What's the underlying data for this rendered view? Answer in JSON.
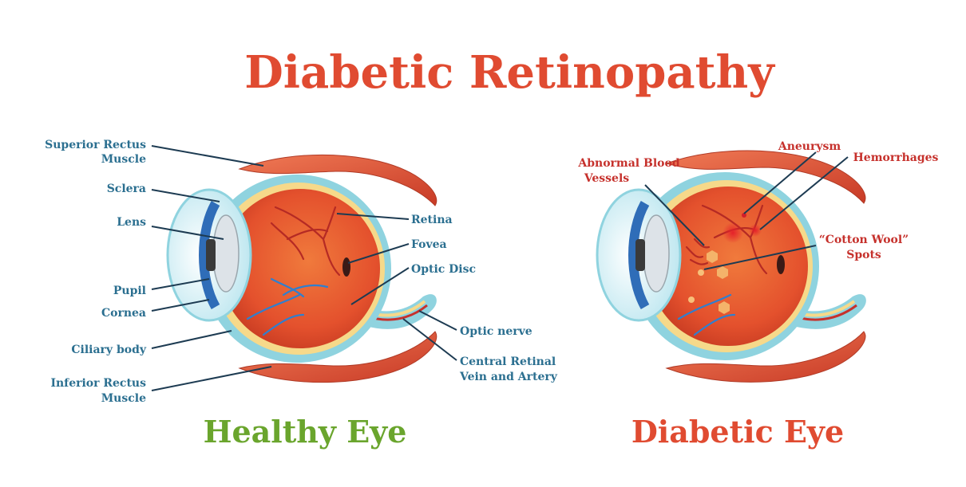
{
  "title": "Diabetic Retinopathy",
  "healthy": {
    "caption": "Healthy Eye",
    "labels": {
      "superior_rectus_1": "Superior Rectus",
      "superior_rectus_2": "Muscle",
      "sclera": "Sclera",
      "lens": "Lens",
      "pupil": "Pupil",
      "cornea": "Cornea",
      "ciliary_body": "Ciliary body",
      "inferior_rectus_1": "Inferior Rectus",
      "inferior_rectus_2": "Muscle",
      "retina": "Retina",
      "fovea": "Fovea",
      "optic_disc": "Optic Disc",
      "optic_nerve": "Optic nerve",
      "central_retinal_1": "Central Retinal",
      "central_retinal_2": "Vein and Artery"
    }
  },
  "diabetic": {
    "caption": "Diabetic Eye",
    "labels": {
      "abnormal_1": "Abnormal Blood",
      "abnormal_2": "Vessels",
      "aneurysm": "Aneurysm",
      "hemorrhages": "Hemorrhages",
      "cotton_1": "“Cotton Wool”",
      "cotton_2": "Spots"
    }
  },
  "colors": {
    "title": "#e04b31",
    "healthy_caption": "#6aa52d",
    "diabetic_caption": "#e04b31",
    "label_blue": "#2b6f90",
    "label_red": "#c6312c",
    "muscle": "#e2573a",
    "sclera": "#8fd3df",
    "eyeball": "#e8532f",
    "retina_band": "#f6d98a"
  }
}
